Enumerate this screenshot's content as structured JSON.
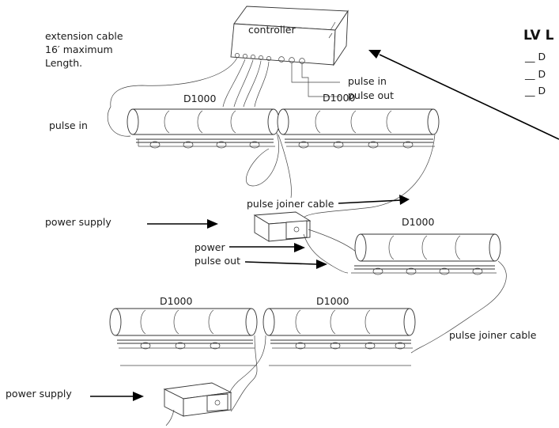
{
  "controller": {
    "label": "controller"
  },
  "extension_cable": {
    "line1": "extension cable",
    "line2": "16′ maximum",
    "line3": "Length."
  },
  "controller_ports": {
    "pulse_in": "pulse in",
    "pulse_out": "pulse out"
  },
  "fixtures": {
    "top_left": "D1000",
    "top_right": "D1000",
    "middle_right": "D1000",
    "bottom_left": "D1000",
    "bottom_right": "D1000"
  },
  "labels": {
    "pulse_in_left": "pulse in",
    "pulse_joiner_cable_top": "pulse joiner cable",
    "power_supply_top": "power  supply",
    "power": "power",
    "pulse_out": "pulse out",
    "pulse_joiner_cable_bottom": "pulse joiner cable",
    "power_supply_bottom": "power supply"
  },
  "legend": {
    "title": "LV L",
    "items": [
      "__ D",
      "__ D",
      "__ D"
    ]
  }
}
